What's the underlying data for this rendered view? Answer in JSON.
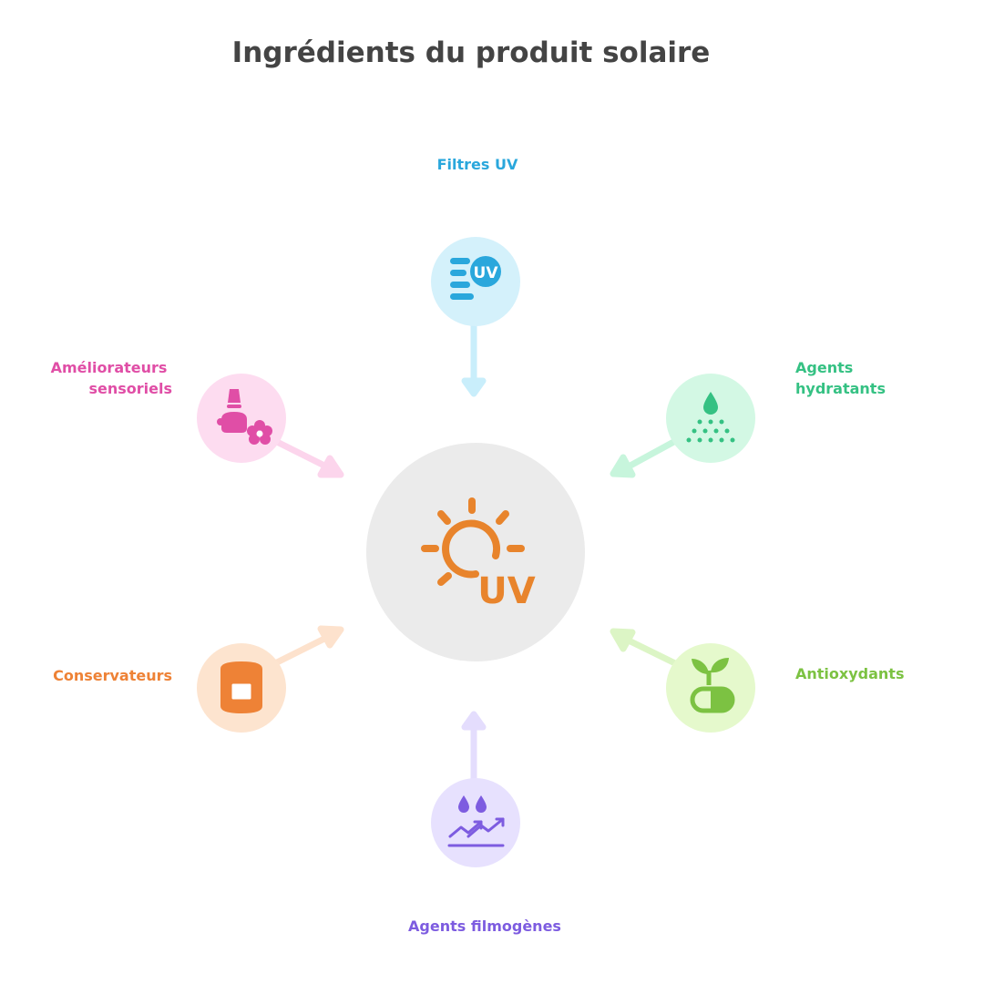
{
  "title": "Ingrédients du produit solaire",
  "center": {
    "icon": "sun-uv-icon",
    "text": "UV",
    "color": "#E8842C",
    "bg": "#EBEBEB"
  },
  "nodes": [
    {
      "id": "filtres-uv",
      "label_lines": [
        "Filtres UV"
      ],
      "icon": "uv-filter-icon",
      "icon_text": "UV",
      "color": "#2AA7DC",
      "bg": "#D4F1FB",
      "arrow": "#C9EEFB"
    },
    {
      "id": "agents-hydratants",
      "label_lines": [
        "Agents",
        "hydratants"
      ],
      "icon": "water-spray-icon",
      "color": "#35C183",
      "bg": "#D3F8E4",
      "arrow": "#C7F5DC"
    },
    {
      "id": "antioxydants",
      "label_lines": [
        "Antioxydants"
      ],
      "icon": "sprout-capsule-icon",
      "color": "#7CC242",
      "bg": "#E5F9CC",
      "arrow": "#DCF5C5"
    },
    {
      "id": "agents-filmogenes",
      "label_lines": [
        "Agents filmogènes"
      ],
      "icon": "film-forming-icon",
      "color": "#7D5CE0",
      "bg": "#E7E1FE",
      "arrow": "#E4DDFD"
    },
    {
      "id": "conservateurs",
      "label_lines": [
        "Conservateurs"
      ],
      "icon": "jar-icon",
      "color": "#EE8236",
      "bg": "#FDE4CF",
      "arrow": "#FDE2CD"
    },
    {
      "id": "ameliorateurs-sensoriels",
      "label_lines": [
        "Améliorateurs",
        "sensoriels"
      ],
      "icon": "fragrance-flower-icon",
      "color": "#E04EA6",
      "bg": "#FDDCF0",
      "arrow": "#FCD5EC"
    }
  ]
}
